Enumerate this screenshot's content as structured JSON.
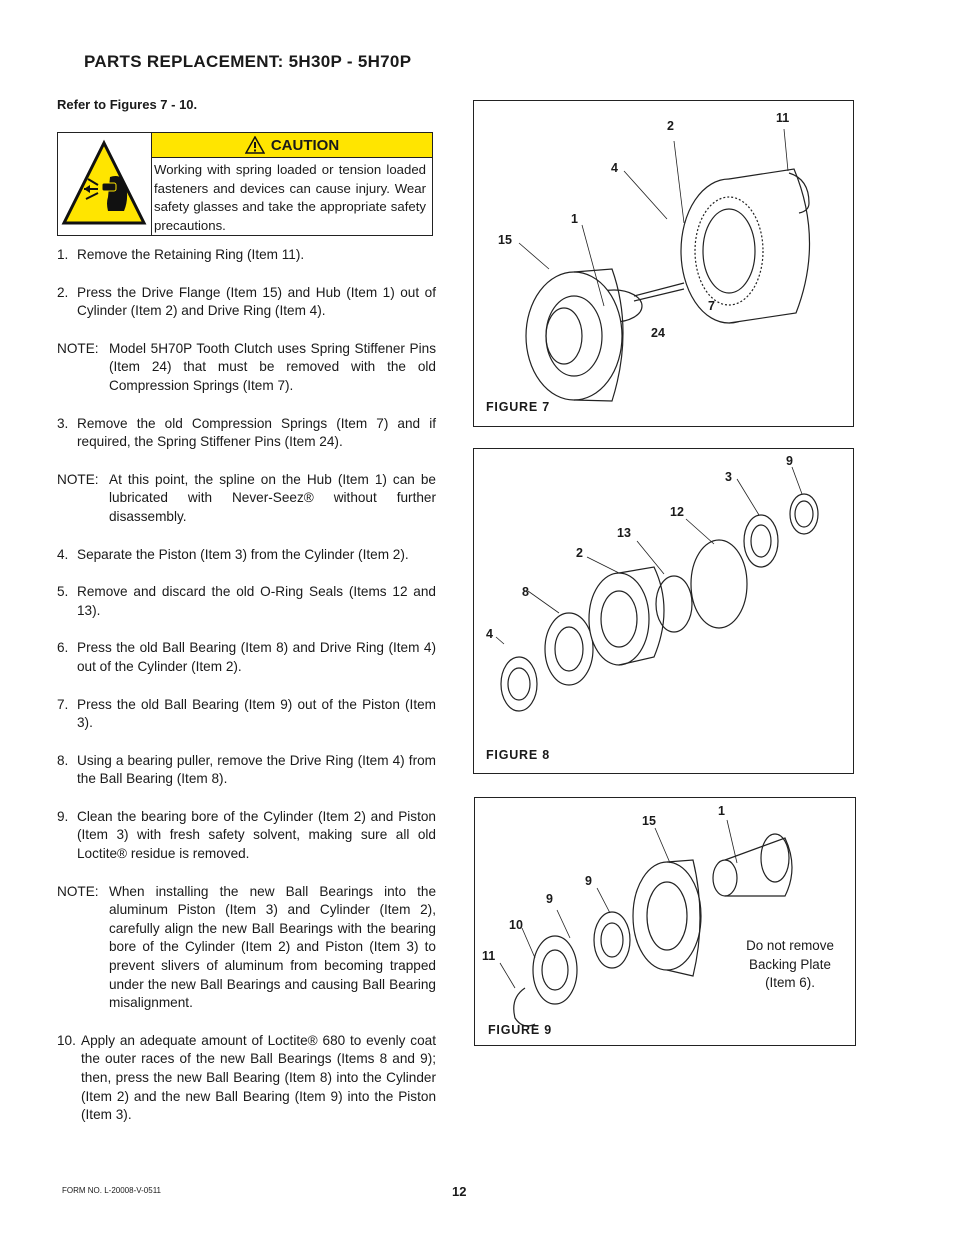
{
  "header": {
    "title": "PARTS REPLACEMENT:  5H30P - 5H70P"
  },
  "refer": "Refer to Figures 7 - 10.",
  "caution": {
    "label": "CAUTION",
    "text": "Working with spring loaded or tension loaded fasteners and devices can cause injury.  Wear safety glasses and take the appropriate safety precautions.",
    "icons": [
      "warning-triangle-icon",
      "safety-glasses-icon"
    ],
    "header_color": "#ffe500",
    "icon_color": "#ffe500"
  },
  "steps": [
    {
      "kind": "step",
      "num": "1.",
      "text": "Remove the Retaining Ring (Item 11)."
    },
    {
      "kind": "step",
      "num": "2.",
      "text": "Press the Drive Flange (Item 15) and Hub (Item 1) out of Cylinder (Item 2) and Drive Ring (Item 4)."
    },
    {
      "kind": "note",
      "num": "NOTE:",
      "text": "Model 5H70P Tooth Clutch uses Spring Stiffener Pins (Item 24) that must be removed with the old Compression Springs (Item 7)."
    },
    {
      "kind": "step",
      "num": "3.",
      "text": "Remove the old Compression Springs (Item 7) and if required, the Spring Stiffener Pins (Item 24)."
    },
    {
      "kind": "note",
      "num": "NOTE:",
      "text": "At this point, the spline on the Hub (Item 1) can be lubricated with Never-Seez® without further disassembly."
    },
    {
      "kind": "step",
      "num": "4.",
      "text": "Separate the Piston (Item 3) from the Cylinder (Item 2)."
    },
    {
      "kind": "step",
      "num": "5.",
      "text": "Remove and discard the old O-Ring Seals (Items 12 and 13)."
    },
    {
      "kind": "step",
      "num": "6.",
      "text": "Press the old Ball Bearing (Item 8) and Drive Ring (Item 4) out of the Cylinder (Item 2)."
    },
    {
      "kind": "step",
      "num": "7.",
      "text": "Press the old Ball Bearing (Item 9) out of the Piston (Item 3)."
    },
    {
      "kind": "step",
      "num": "8.",
      "text": "Using a bearing puller, remove the Drive Ring (Item 4) from the Ball Bearing (Item 8)."
    },
    {
      "kind": "step",
      "num": "9.",
      "text": "Clean the bearing bore of the Cylinder (Item 2) and Piston (Item 3) with fresh safety solvent, making sure all old Loctite® residue is removed."
    },
    {
      "kind": "note",
      "num": "NOTE:",
      "text": "When installing the new Ball Bearings into the aluminum Piston (Item 3) and Cylinder (Item 2), carefully align the new Ball Bearings with the bearing bore of the Cylinder (Item 2) and Piston (Item 3) to prevent slivers of aluminum from becoming trapped under the new Ball Bearings and causing Ball Bearing misalignment."
    },
    {
      "kind": "step ten",
      "num": "10.",
      "text": "Apply an adequate amount of Loctite® 680 to evenly coat the outer races of the new Ball Bearings (Items 8 and 9); then, press the new Ball Bearing (Item 8) into the Cylinder (Item 2) and the new Ball Bearing (Item 9) into the Piston (Item 3)."
    }
  ],
  "figures": {
    "fig7": {
      "label": "FIGURE  7",
      "callouts": [
        "2",
        "11",
        "4",
        "1",
        "15",
        "7",
        "24"
      ]
    },
    "fig8": {
      "label": "FIGURE  8",
      "callouts": [
        "9",
        "3",
        "12",
        "13",
        "2",
        "8",
        "4"
      ]
    },
    "fig9": {
      "label": "FIGURE  9",
      "callouts": [
        "1",
        "15",
        "9",
        "9",
        "10",
        "11"
      ],
      "note": "Do not remove Backing Plate (Item 6)."
    }
  },
  "footer": {
    "form": "FORM NO. L-20008-V-0511",
    "page": "12"
  }
}
